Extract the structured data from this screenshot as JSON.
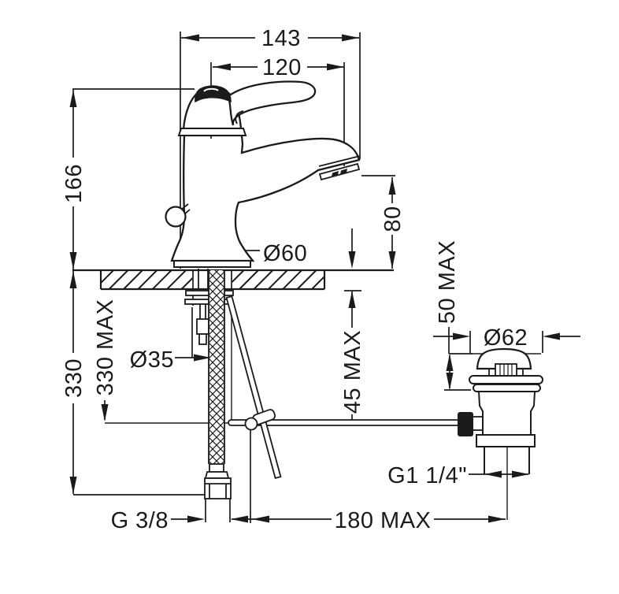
{
  "drawing": {
    "labels": {
      "width_overall": "143",
      "width_spout": "120",
      "height_body": "166",
      "height_spout": "80",
      "base_diameter": "Ø60",
      "hole_diameter": "Ø35",
      "hose_length": "330",
      "rod_length_max": "330 MAX",
      "deck_thickness_max": "45 MAX",
      "drain_deck_max": "50 MAX",
      "drain_flange_diameter": "Ø62",
      "drain_thread": "G1 1/4\"",
      "supply_thread": "G 3/8",
      "drain_offset_max": "180 MAX"
    },
    "colors": {
      "ink": "#1b1b1b",
      "background": "#ffffff"
    }
  }
}
